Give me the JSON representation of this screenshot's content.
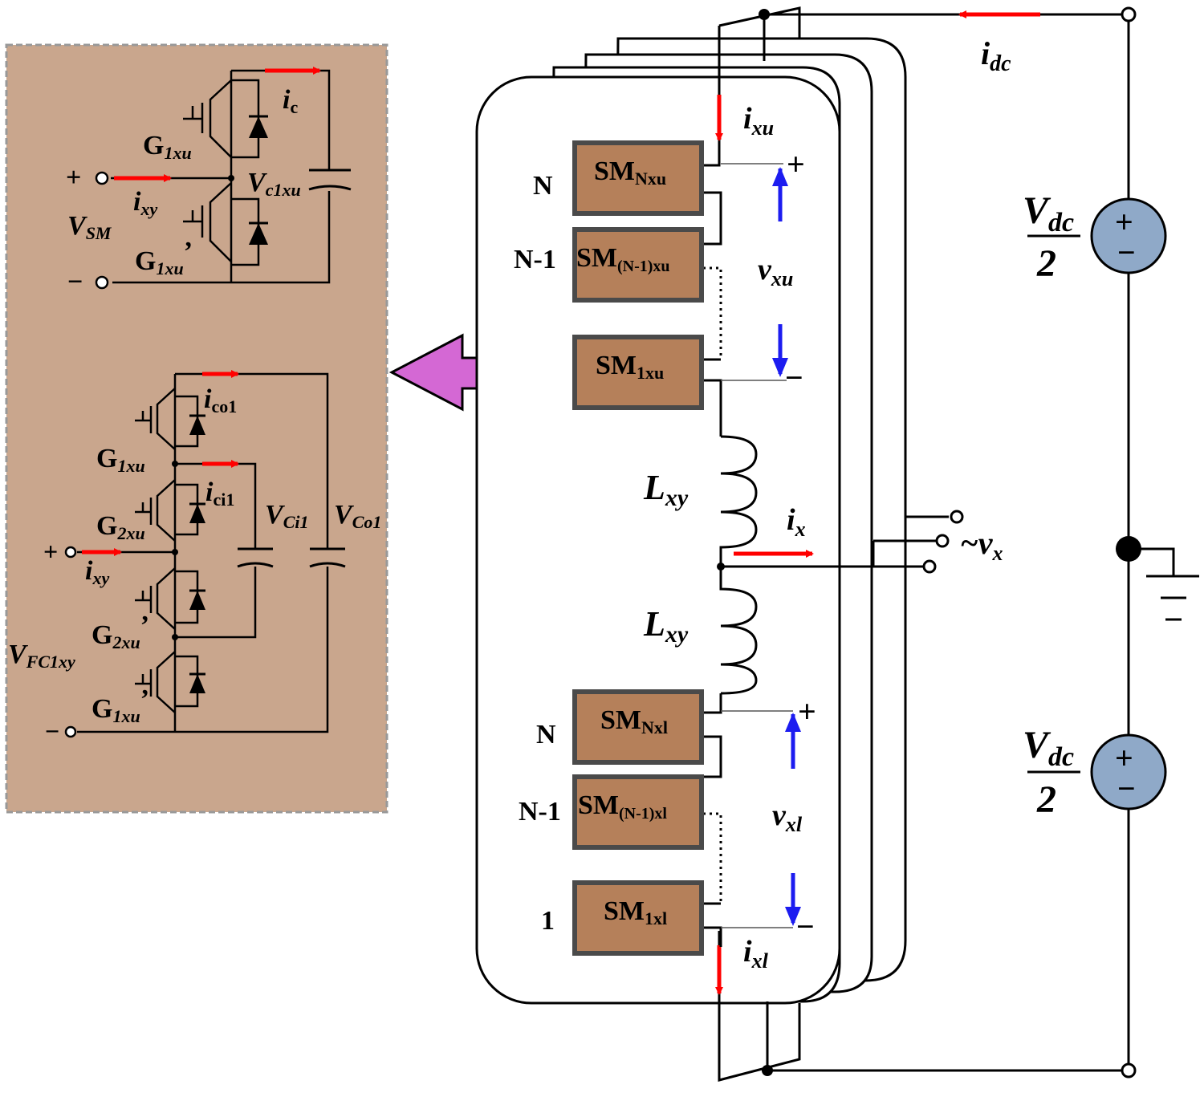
{
  "colors": {
    "panel": "#c9a68d",
    "panel_border": "#999999",
    "submodule": "#b5805a",
    "current_arrow": "#ff0000",
    "voltage_arrow": "#1c1cf0",
    "big_arrow": "#d468d4",
    "source": "#8fa9c8"
  },
  "inset_top": {
    "plus": "+",
    "minus": "−",
    "ic": {
      "m": "i",
      "s": "c"
    },
    "g_upper": {
      "m": "G",
      "s": "1xu"
    },
    "g_lower": {
      "m": "G",
      "s": "1xu",
      "p": "’"
    },
    "vc": {
      "m": "V",
      "s": "c1xu"
    },
    "ixy": {
      "m": "i",
      "s": "xy"
    },
    "vsm": {
      "m": "V",
      "s": "SM"
    }
  },
  "inset_bottom": {
    "plus": "+",
    "minus": "−",
    "ico": {
      "m": "i",
      "s": "co1"
    },
    "g1": {
      "m": "G",
      "s": "1xu"
    },
    "ici": {
      "m": "i",
      "s": "ci1"
    },
    "g2": {
      "m": "G",
      "s": "2xu"
    },
    "vci": {
      "m": "V",
      "s": "Ci1"
    },
    "vco": {
      "m": "V",
      "s": "Co1"
    },
    "ixy": {
      "m": "i",
      "s": "xy"
    },
    "g2p": {
      "m": "G",
      "s": "2xu",
      "p": "’"
    },
    "vfc": {
      "m": "V",
      "s": "FC1xy"
    },
    "g1p": {
      "m": "G",
      "s": "1xu",
      "p": "’"
    }
  },
  "upper_arm": {
    "i_label": {
      "m": "i",
      "s": "xu"
    },
    "sm_top": {
      "m": "SM",
      "s": "Nxu",
      "idx": "N"
    },
    "sm_mid": {
      "m": "SM",
      "s": "(N-1)xu",
      "idx": "N-1"
    },
    "sm_bot": {
      "m": "SM",
      "s": "1xu",
      "idx": ""
    },
    "v_label": {
      "m": "v",
      "s": "xu"
    },
    "plus": "+",
    "minus": "−"
  },
  "lower_arm": {
    "i_label": {
      "m": "i",
      "s": "xl"
    },
    "sm_top": {
      "m": "SM",
      "s": "Nxl",
      "idx": "N"
    },
    "sm_mid": {
      "m": "SM",
      "s": "(N-1)xl",
      "idx": "N-1"
    },
    "sm_bot": {
      "m": "SM",
      "s": "1xl",
      "idx": "1"
    },
    "v_label": {
      "m": "v",
      "s": "xl"
    },
    "plus": "+",
    "minus": "−"
  },
  "inductor": {
    "m": "L",
    "s": "xy"
  },
  "phase": {
    "ix": {
      "m": "i",
      "s": "x"
    },
    "vx": {
      "m": "~v",
      "s": "x"
    }
  },
  "dc": {
    "idc": {
      "m": "i",
      "s": "dc"
    },
    "source_num": {
      "m": "V",
      "s": "dc"
    },
    "source_den": "2",
    "plus": "+",
    "minus": "−"
  }
}
